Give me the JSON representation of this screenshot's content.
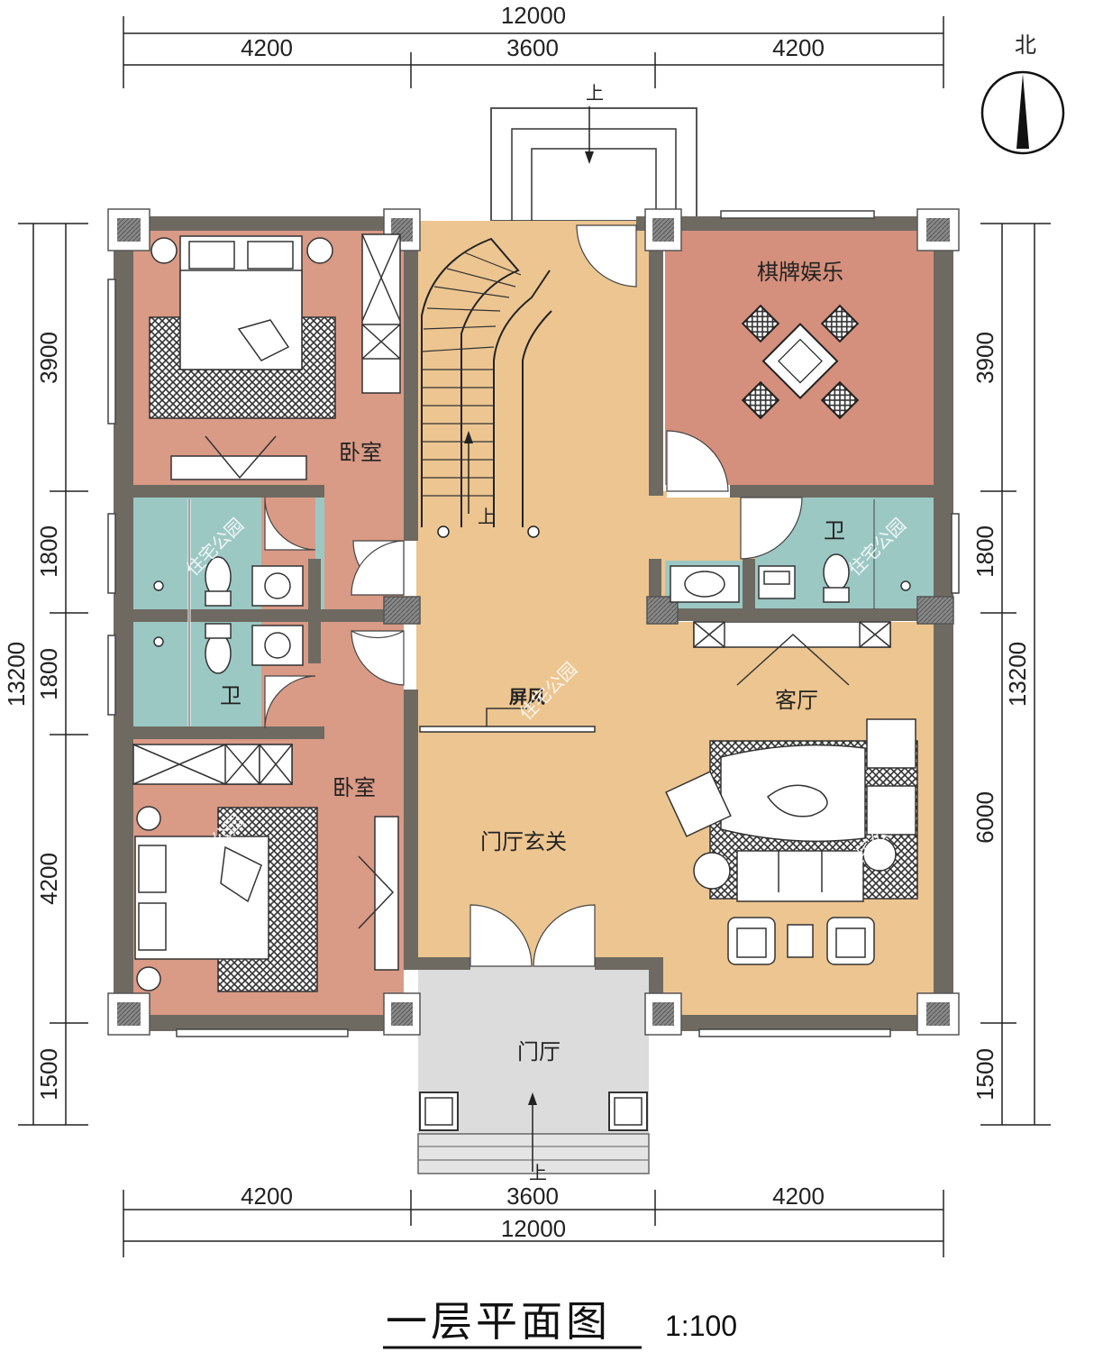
{
  "title": "一层平面图",
  "scale": "1:100",
  "north_label": "北",
  "dimensions": {
    "top_total": "12000",
    "top_segments": [
      "4200",
      "3600",
      "4200"
    ],
    "bottom_total": "12000",
    "bottom_segments": [
      "4200",
      "3600",
      "4200"
    ],
    "left_total": "13200",
    "left_segments": [
      "3900",
      "1800",
      "1800",
      "4200",
      "1500"
    ],
    "right_total": "13200",
    "right_segments": [
      "3900",
      "1800",
      "6000",
      "1500"
    ]
  },
  "rooms": {
    "bedroom_north": "卧室",
    "bedroom_south": "卧室",
    "bath_left": "卫",
    "bath_right": "卫",
    "mahjong": "棋牌娱乐",
    "living": "客厅",
    "foyer": "门厅玄关",
    "porch": "门厅",
    "screen": "屏风"
  },
  "stair_up_labels": [
    "上",
    "上",
    "上"
  ],
  "watermark": "住宅公园",
  "colors": {
    "wall": "#6e6a62",
    "bedroom": "#d99a86",
    "bathroom": "#9cc8c4",
    "hall": "#ecc590",
    "mahjong": "#d4907c",
    "porch": "#dcdcdc"
  }
}
